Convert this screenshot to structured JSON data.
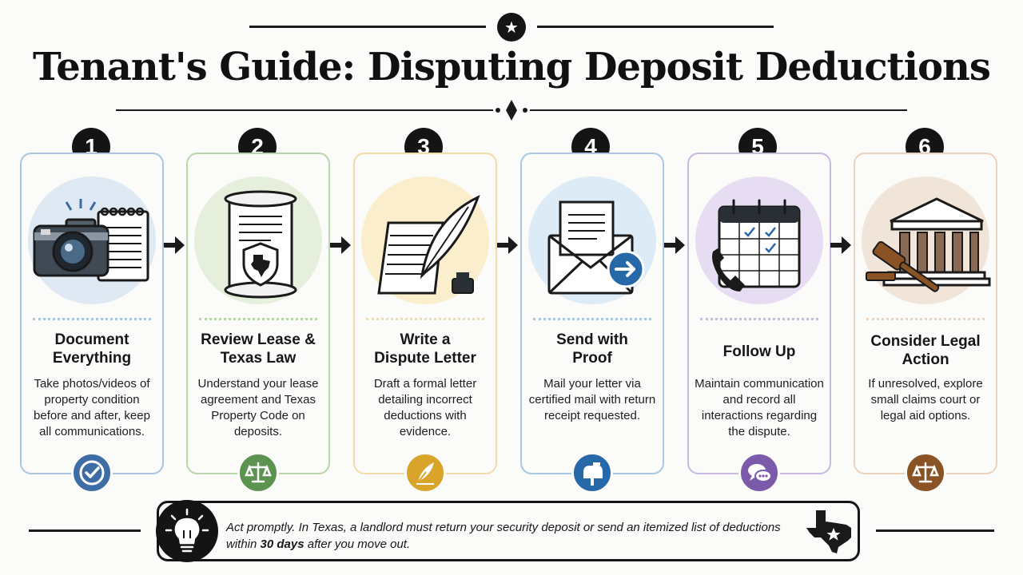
{
  "header": {
    "star_glyph": "★",
    "title": "Tenant's Guide: Disputing Deposit Deductions"
  },
  "steps": [
    {
      "number": "1",
      "title_line1": "Document",
      "title_line2": "Everything",
      "description": "Take photos/videos of property condition before and after, keep all communications.",
      "badge_icon": "checkmark-icon",
      "accent": "#a9c4df",
      "circle": "#dfe9f3",
      "badge_color": "#3e6da6"
    },
    {
      "number": "2",
      "title_line1": "Review Lease &",
      "title_line2": "Texas Law",
      "description": "Understand your lease agreement and Texas Property Code on deposits.",
      "badge_icon": "scales-icon",
      "accent": "#b9d6ab",
      "circle": "#e5efdc",
      "badge_color": "#5c9350"
    },
    {
      "number": "3",
      "title_line1": "Write a",
      "title_line2": "Dispute Letter",
      "description": "Draft a formal letter detailing incorrect deductions with evidence.",
      "badge_icon": "pen-nib-icon",
      "accent": "#f1dca8",
      "circle": "#faeecc",
      "badge_color": "#d8a42a"
    },
    {
      "number": "4",
      "title_line1": "Send with",
      "title_line2": "Proof",
      "description": "Mail your letter via certified mail with return receipt requested.",
      "badge_icon": "mailbox-icon",
      "accent": "#a9c7e2",
      "circle": "#dcebf5",
      "badge_color": "#2768a9"
    },
    {
      "number": "5",
      "title_line1": "Follow Up",
      "title_line2": "",
      "description": "Maintain communication and record all interactions regarding the dispute.",
      "badge_icon": "chat-bubbles-icon",
      "accent": "#c9b9e0",
      "circle": "#e6ddf2",
      "badge_color": "#7a5aa9"
    },
    {
      "number": "6",
      "title_line1": "Consider Legal",
      "title_line2": "Action",
      "description": "If unresolved, explore small claims court or legal aid options.",
      "badge_icon": "scales-icon",
      "accent": "#ecd2bd",
      "circle": "#f1e5d9",
      "badge_color": "#8a5325"
    }
  ],
  "notice": {
    "text_before": "Act promptly. In Texas, a landlord must return your security deposit or send an itemized list of deductions within ",
    "highlight": "30 days",
    "text_after": " after you move out."
  }
}
